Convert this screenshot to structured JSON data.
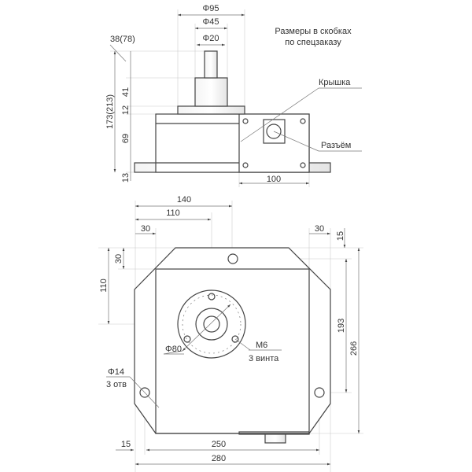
{
  "top_view": {
    "note_line1": "Размеры в скобках",
    "note_line2": "по спецзаказу",
    "dim_d95": "Φ95",
    "dim_d45": "Φ45",
    "dim_d20": "Φ20",
    "dim_38": "38(78)",
    "dim_173": "173(213)",
    "dim_41": "41",
    "dim_12": "12",
    "dim_69": "69",
    "dim_13": "13",
    "dim_100": "100",
    "label_cover": "Крышка",
    "label_connector": "Разъём"
  },
  "bottom_view": {
    "dim_140": "140",
    "dim_110h": "110",
    "dim_30l": "30",
    "dim_30r": "30",
    "dim_15t": "15",
    "dim_110v": "110",
    "dim_30v": "30",
    "dim_193": "193",
    "dim_266": "266",
    "dim_d80": "Φ80",
    "label_m6": "M6",
    "label_3screws": "3 винта",
    "label_d14": "Φ14",
    "label_3holes": "3 отв",
    "dim_15b": "15",
    "dim_250": "250",
    "dim_280": "280"
  }
}
